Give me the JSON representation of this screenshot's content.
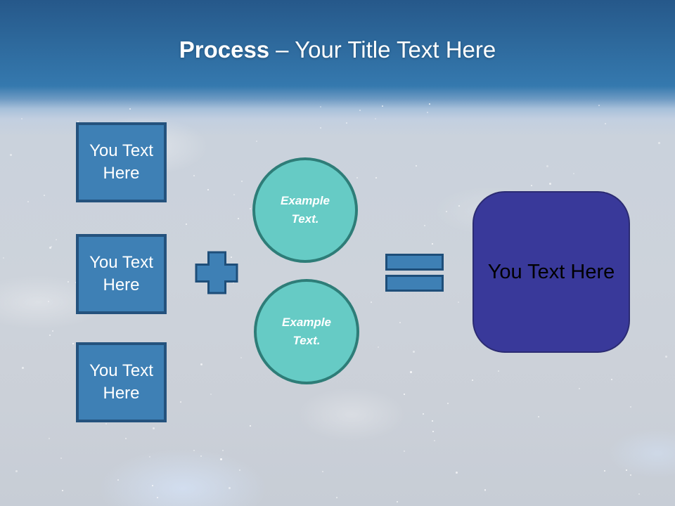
{
  "title": {
    "bold": "Process",
    "rest": "– Your Title Text Here"
  },
  "left_boxes": [
    {
      "label": "You Text Here"
    },
    {
      "label": "You Text Here"
    },
    {
      "label": "You Text Here"
    }
  ],
  "circles": [
    {
      "label": "Example Text."
    },
    {
      "label": "Example Text."
    }
  ],
  "result_box": {
    "label": "You Text Here"
  },
  "icons": {
    "plus": "plus-icon",
    "equals": "equals-icon"
  },
  "colors": {
    "header_top": "#26588A",
    "header_blue": "#3478AD",
    "body_background": "#CCD2DA",
    "shape_fill": "#3E80B5",
    "shape_border": "#1F4E79",
    "circle_fill": "#66CBC5",
    "circle_border": "#2E7D78",
    "result_fill": "#39399A",
    "result_border": "#2B2B72",
    "title_text": "#FFFFFF",
    "square_text": "#FFFFFF",
    "circle_text": "#FFFFFF",
    "result_text": "#000000"
  }
}
